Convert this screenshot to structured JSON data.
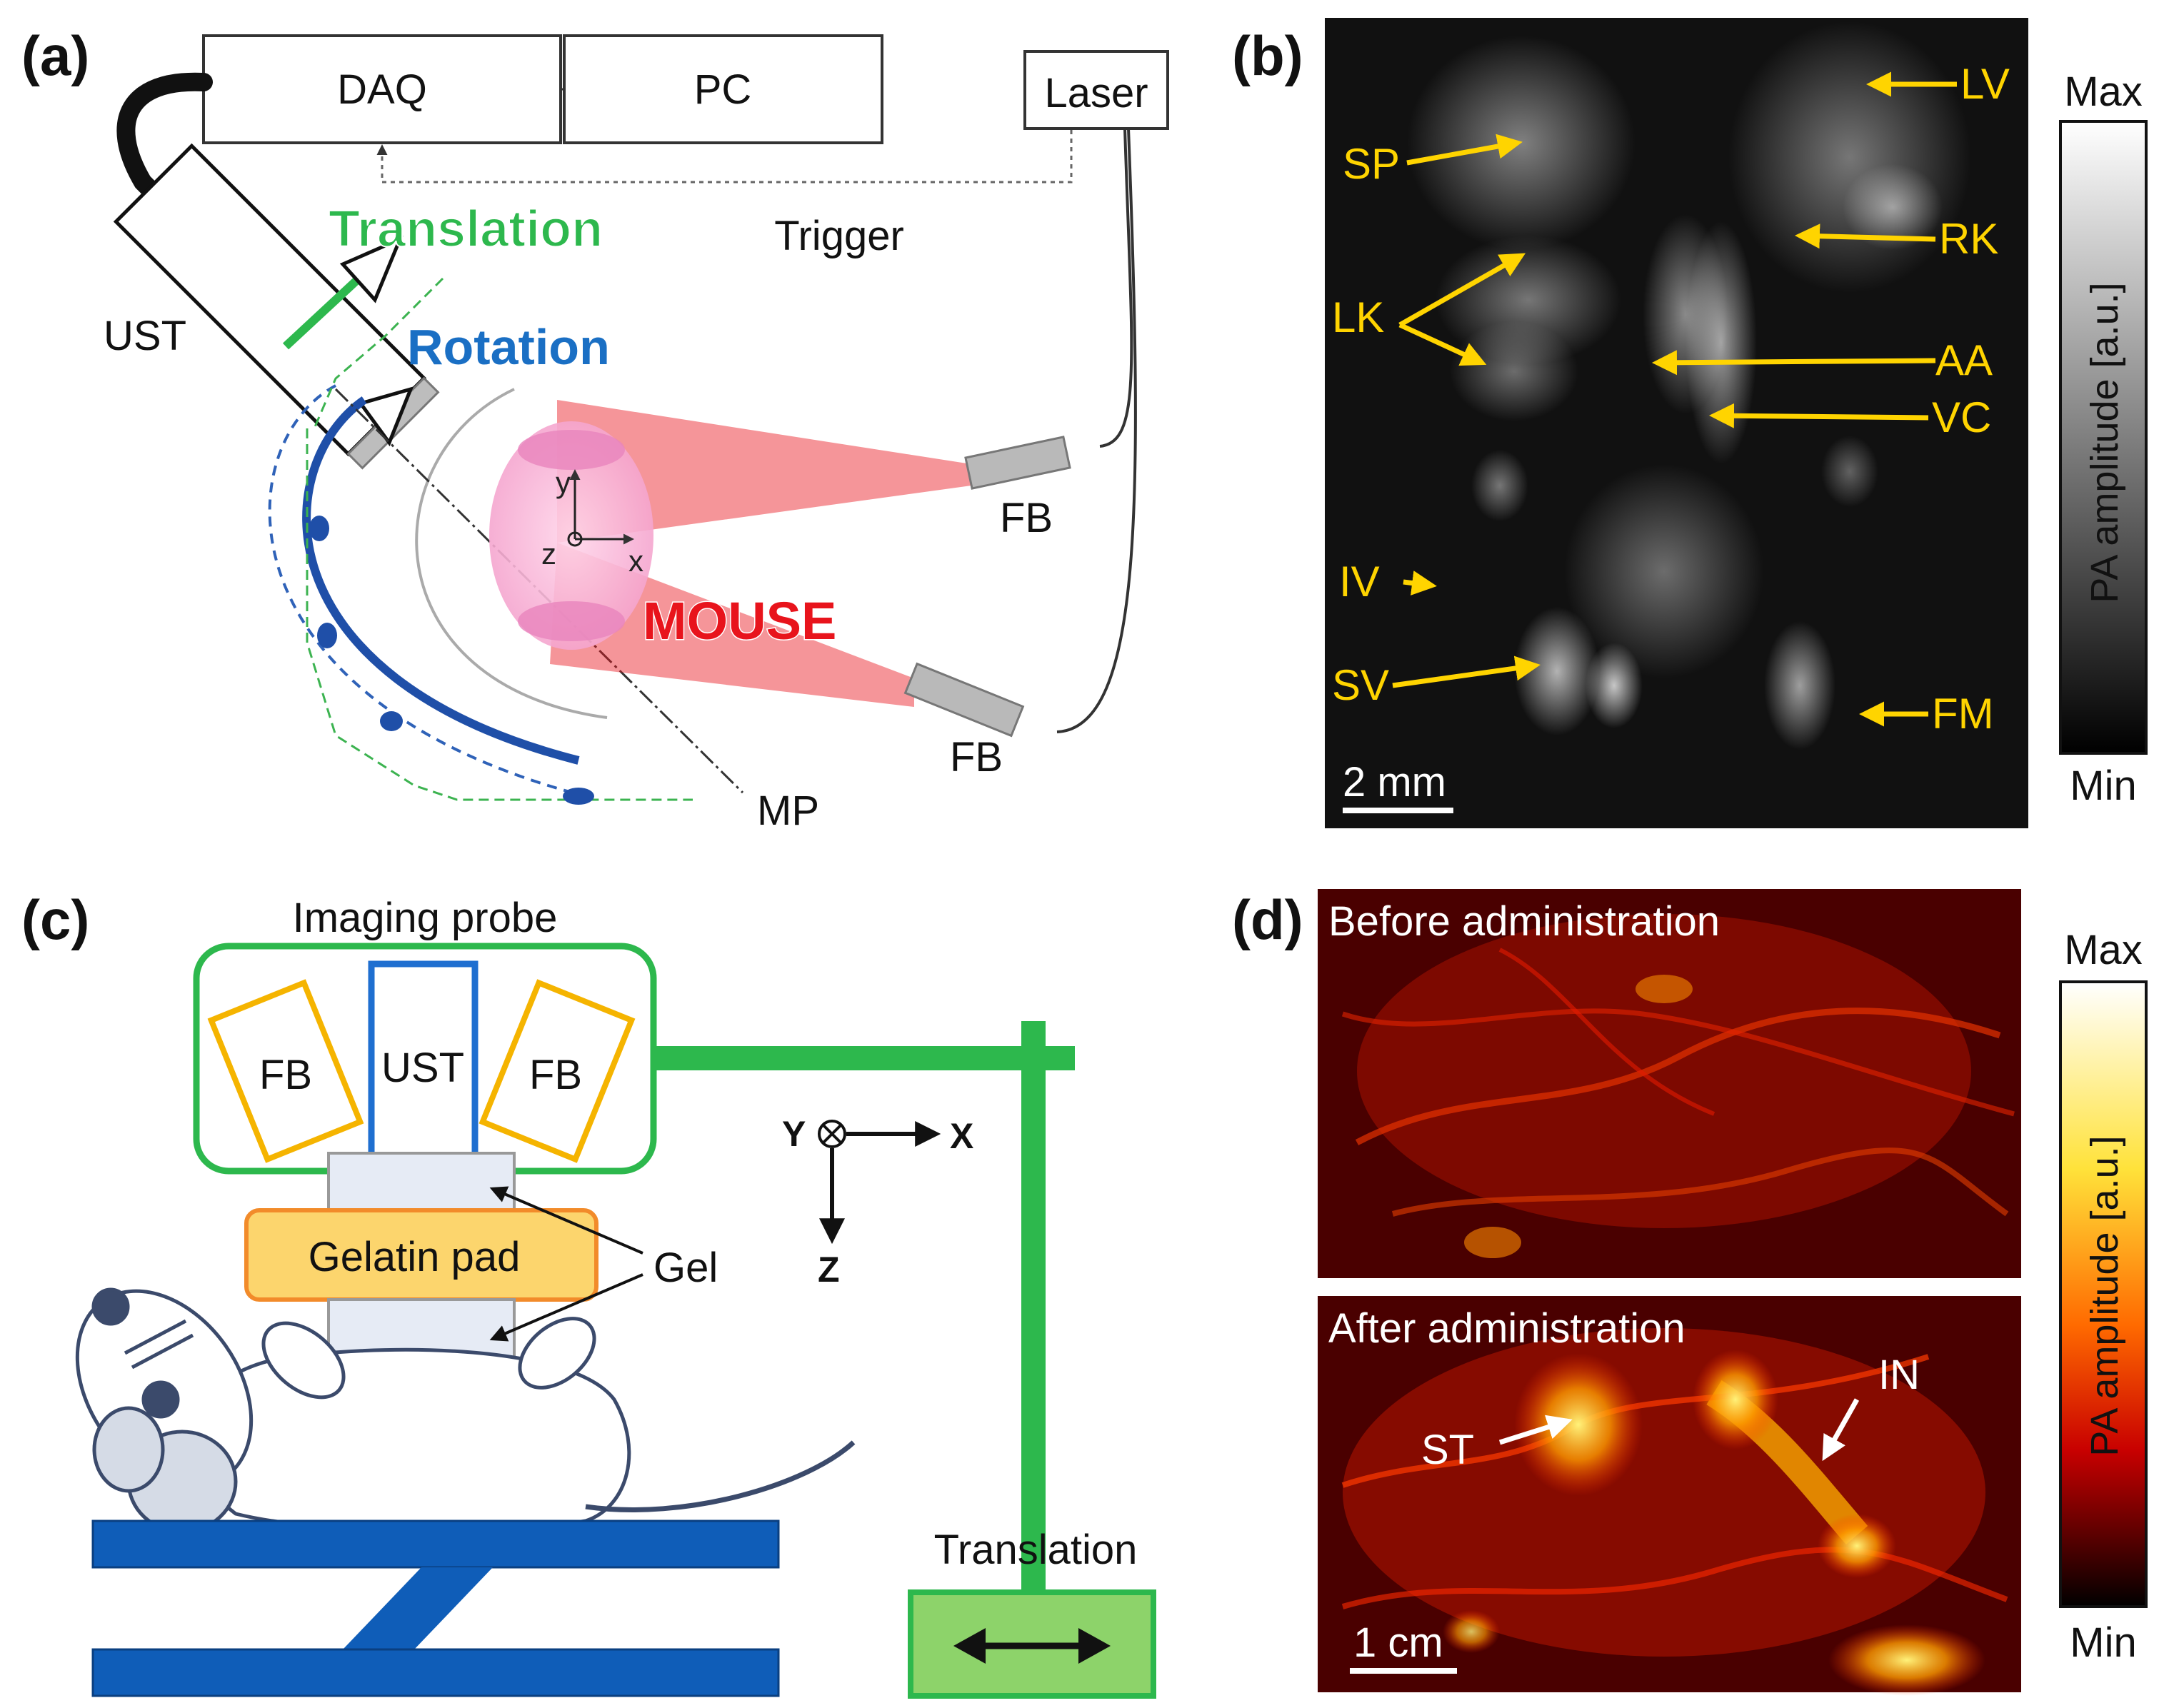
{
  "panels": {
    "a": {
      "label": "(a)",
      "daq": "DAQ",
      "pc": "PC",
      "laser": "Laser",
      "trigger": "Trigger",
      "ust": "UST",
      "translation": "Translation",
      "rotation": "Rotation",
      "mouse": "MOUSE",
      "fb_top": "FB",
      "fb_bottom": "FB",
      "mp": "MP",
      "axis_x": "x",
      "axis_y": "y",
      "axis_z": "z"
    },
    "b": {
      "label": "(b)",
      "annotations": [
        "LV",
        "SP",
        "RK",
        "LK",
        "AA",
        "VC",
        "IV",
        "SV",
        "FM"
      ],
      "scalebar": "2 mm",
      "colorbar_max": "Max",
      "colorbar_min": "Min",
      "colorbar_title": "PA amplitude [a.u.]"
    },
    "c": {
      "label": "(c)",
      "imaging_probe": "Imaging probe",
      "fb_left": "FB",
      "ust": "UST",
      "fb_right": "FB",
      "gelatin_pad": "Gelatin pad",
      "gel": "Gel",
      "axis_y": "Y",
      "axis_x": "X",
      "axis_z": "Z",
      "translation": "Translation"
    },
    "d": {
      "label": "(d)",
      "before": "Before administration",
      "after": "After administration",
      "st": "ST",
      "in": "IN",
      "scalebar": "1 cm",
      "colorbar_max": "Max",
      "colorbar_min": "Min",
      "colorbar_title": "PA amplitude [a.u.]"
    }
  },
  "colors": {
    "translation_green": "#2db84d",
    "rotation_blue": "#1a6fc4",
    "mouse_red": "#e8141c",
    "annotation_yellow": "#ffd400",
    "probe_green": "#2db84d",
    "ust_blue": "#1f6fd0",
    "fb_orange": "#f5b400",
    "gelatin_fill": "#fcd56d",
    "gelatin_stroke": "#f28b2a",
    "stage_blue": "#0f5db8"
  }
}
